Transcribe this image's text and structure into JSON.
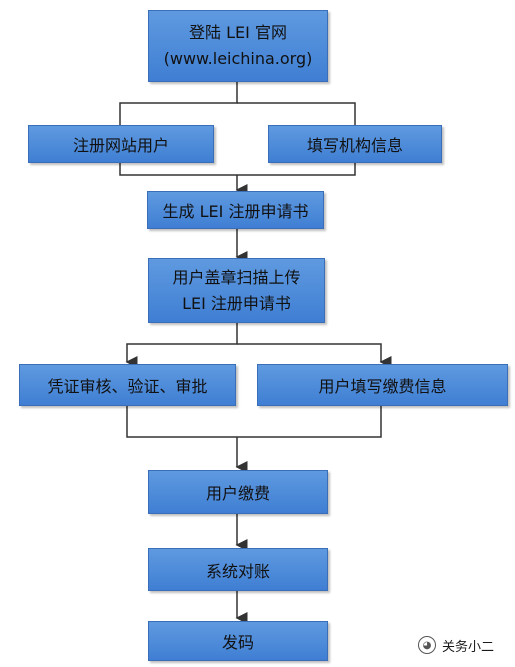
{
  "colors": {
    "box_fill": "#4f8ad9",
    "box_border": "#3a6eb8",
    "connector": "#333333"
  },
  "nodes": {
    "login": {
      "line1": "登陆 LEI 官网",
      "line2": "(www.leichina.org)"
    },
    "register_user": "注册网站用户",
    "fill_org_info": "填写机构信息",
    "generate_form": "生成 LEI 注册申请书",
    "upload_form": {
      "line1": "用户盖章扫描上传",
      "line2": "LEI 注册申请书"
    },
    "verify": "凭证审核、验证、审批",
    "fill_payment_info": "用户填写缴费信息",
    "pay": "用户缴费",
    "reconcile": "系统对账",
    "issue": "发码"
  },
  "watermark": {
    "icon": "wechat-icon",
    "text": "关务小二"
  }
}
